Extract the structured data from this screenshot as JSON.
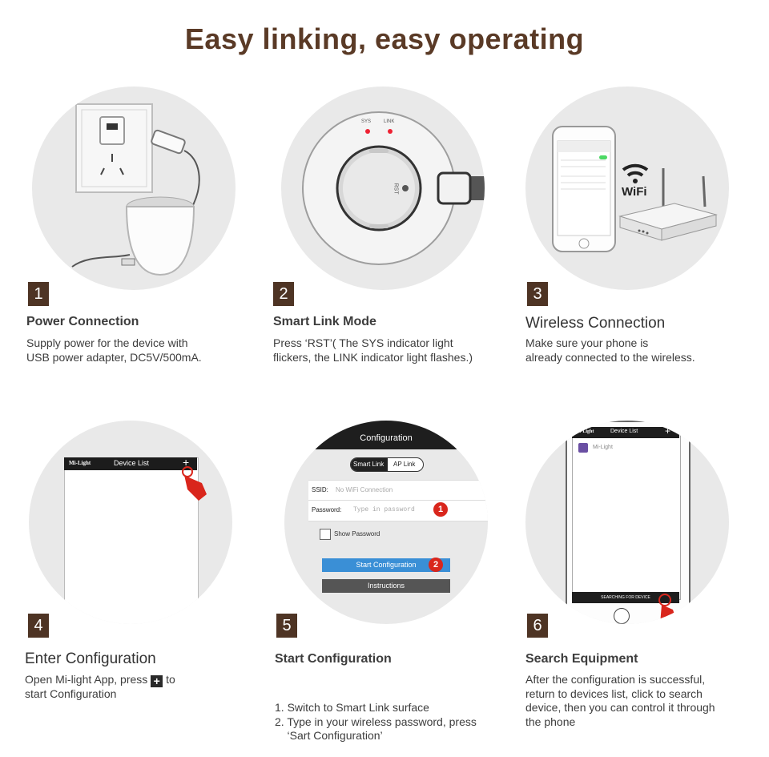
{
  "title": "Easy linking, easy operating",
  "steps": [
    {
      "num": "1",
      "heading": "Power Connection",
      "lines": [
        "Supply power for the device with",
        "USB power adapter, DC5V/500mA."
      ]
    },
    {
      "num": "2",
      "heading": "Smart Link Mode",
      "lines": [
        "Press ‘RST’( The SYS indicator light",
        "flickers, the LINK indicator light flashes.)"
      ]
    },
    {
      "num": "3",
      "heading": "Wireless Connection",
      "lines": [
        "Make sure your phone is",
        "already connected to the wireless."
      ]
    },
    {
      "num": "4",
      "heading": "Enter Configuration",
      "line1_pre": "Open Mi-light App, press",
      "line1_post": "to",
      "line2": "start Configuration"
    },
    {
      "num": "5",
      "heading": "Start Configuration",
      "lines": [
        "1. Switch to Smart Link surface",
        "2. Type in your wireless password, press",
        "    ‘Sart Configuration’"
      ]
    },
    {
      "num": "6",
      "heading": "Search Equipment",
      "lines": [
        "After the configuration is successful,",
        "return to devices list, click to search",
        "device, then you can control it through",
        "the phone"
      ]
    }
  ],
  "illustrations": {
    "hub_sys": "SYS",
    "hub_link": "LINK",
    "hub_rst": "RST",
    "wifi_label": "WiFi",
    "app_brand": "Mi-Light",
    "device_list": "Device List",
    "plus": "+",
    "config_title": "Configuration",
    "smart_link_tab": "Smart Link",
    "ap_link_tab": "AP Link",
    "ssid_label": "SSID:",
    "ssid_value": "No WiFi Connection",
    "password_label": "Password:",
    "password_placeholder": "Type in password",
    "badge1": "1",
    "badge2": "2",
    "show_password": "Show Password",
    "start_config": "Start Configuration",
    "instructions": "Instructions",
    "device_item": "Mi-Light",
    "searching": "SEARCHING FOR DEVICE"
  },
  "colors": {
    "brown": "#4e3424",
    "title": "#5a3a26",
    "circle": "#e9e9e9",
    "blue": "#3a8fd6",
    "red": "#d9261c"
  }
}
